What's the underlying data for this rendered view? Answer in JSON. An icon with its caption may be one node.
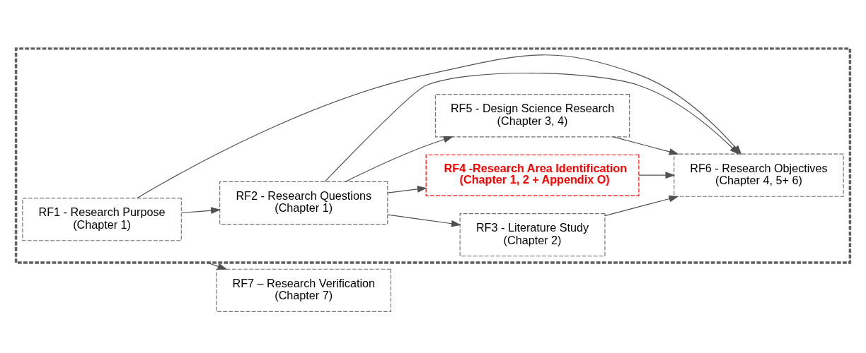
{
  "diagram": {
    "nodes": [
      {
        "text": [],
        "shape": "box"
      },
      {
        "text": [
          "RF1 - Research Purpose",
          "(Chapter 1)"
        ],
        "in": 0
      },
      {
        "text": [
          "RF2 - Research Questions",
          "(Chapter 1)"
        ],
        "in": 0
      },
      {
        "text": [
          "RF3 - Literature Study",
          "(Chapter 2)"
        ],
        "in": 0
      },
      {
        "text": [
          "RF4 -Research Area Identification",
          "(Chapter 1, 2 + Appendix O)"
        ],
        "in": 0
      },
      {
        "text": [
          "RF5 - Design Science Research",
          "(Chapter 3, 4)"
        ],
        "in": 0
      },
      {
        "text": [
          "RF6 - Research Objectives",
          "(Chapter 4, 5+ 6)"
        ],
        "in": 0
      },
      {
        "text": [
          "RF7 – Research Verification",
          "(Chapter 7)"
        ]
      }
    ],
    "edges": [
      {
        "from": 1,
        "to": 2,
        "arrow": "to"
      },
      {
        "from": 1,
        "to": 6,
        "arrow": "to"
      },
      {
        "from": 2,
        "to": 3,
        "arrow": "to"
      },
      {
        "from": 2,
        "to": 4,
        "arrow": "to"
      },
      {
        "from": 2,
        "to": 5,
        "arrow": "to"
      },
      {
        "from": 3,
        "to": 6,
        "arrow": "to"
      },
      {
        "from": 4,
        "to": 6,
        "arrow": "to"
      },
      {
        "from": 5,
        "to": 6,
        "arrow": "to"
      },
      {
        "from": 2,
        "to": 6,
        "arrow": "to"
      },
      {
        "from": 0,
        "to": 7,
        "arrow": "to"
      }
    ]
  }
}
